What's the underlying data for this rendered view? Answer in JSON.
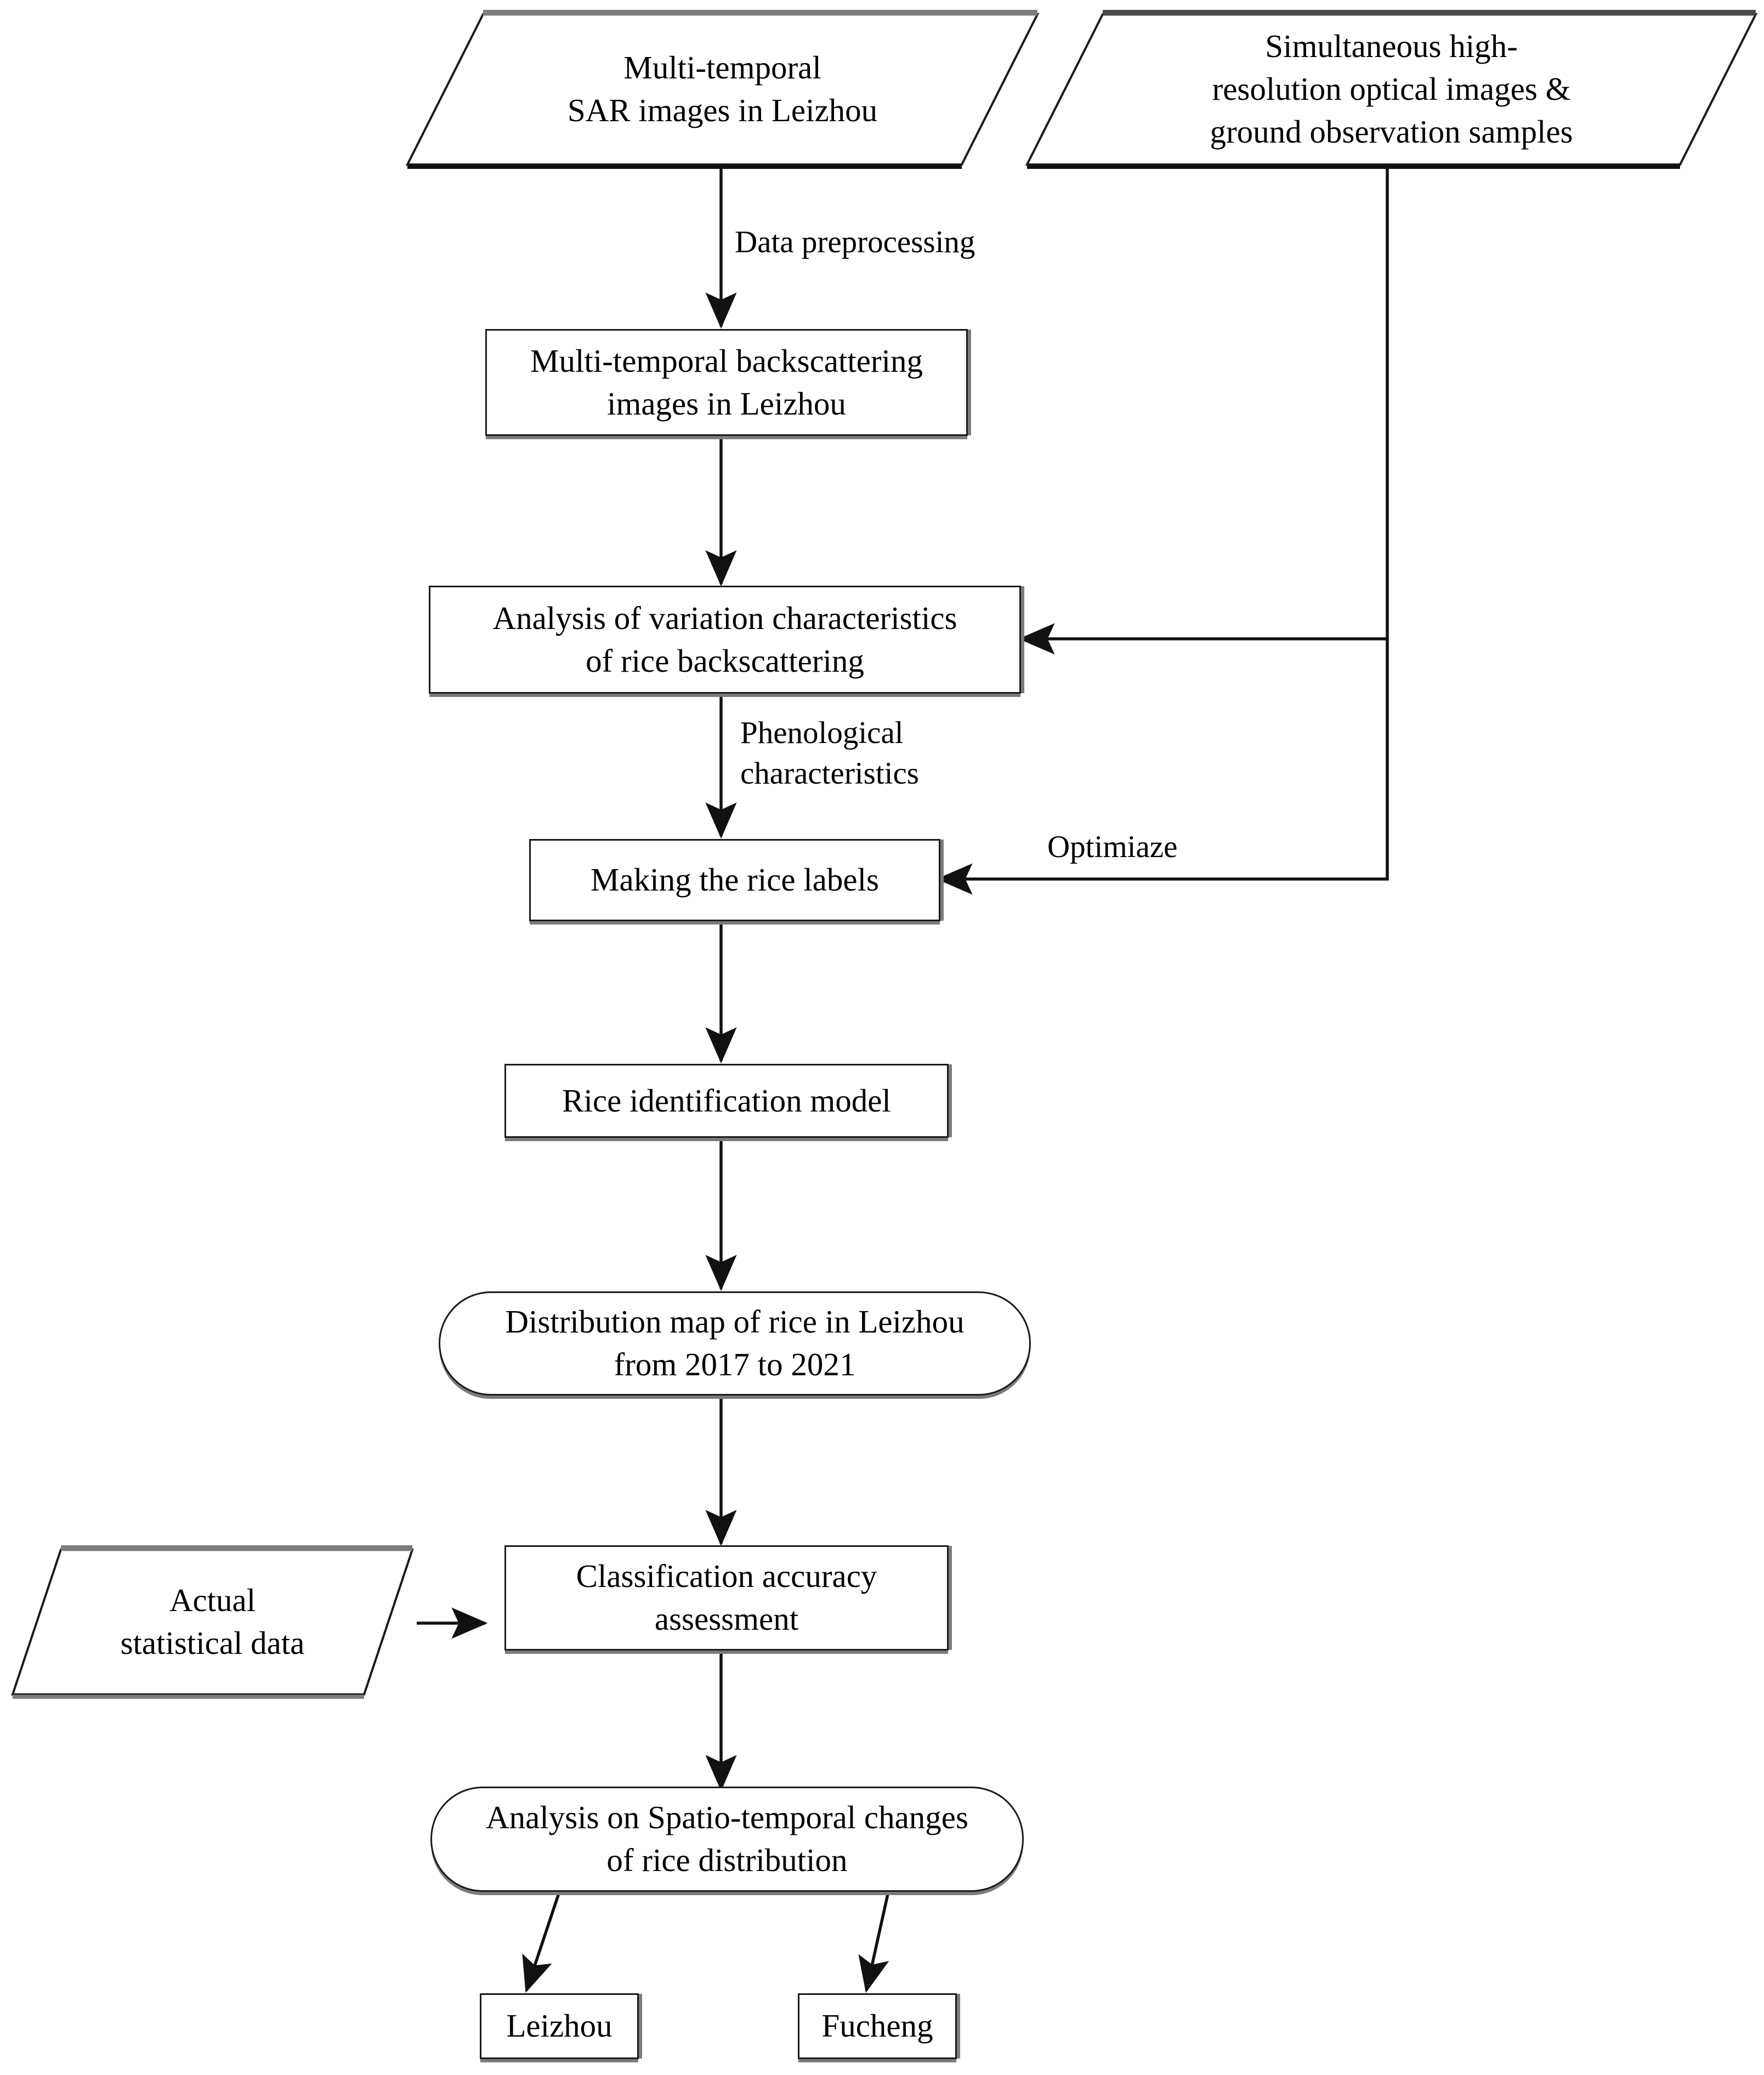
{
  "diagram": {
    "title": "Rice mapping workflow from multi-temporal SAR imagery",
    "type": "flowchart",
    "orientation": "top-to-bottom",
    "colors": {
      "stroke": "#1a1a1a",
      "fill": "#ffffff",
      "shadow": "#7c7c7c",
      "text": "#000000"
    }
  },
  "nodes": {
    "sar_images": {
      "label": "Multi-temporal\nSAR images in Leizhou",
      "shape": "parallelogram"
    },
    "optical_samples": {
      "label": "Simultaneous high-\nresolution optical images &\nground observation samples",
      "shape": "parallelogram"
    },
    "backscattering_images": {
      "label": "Multi-temporal backscattering\nimages in Leizhou",
      "shape": "rectangle"
    },
    "variation_analysis": {
      "label": "Analysis of variation characteristics\nof rice backscattering",
      "shape": "rectangle"
    },
    "rice_labels": {
      "label": "Making the rice labels",
      "shape": "rectangle"
    },
    "identification_model": {
      "label": "Rice identification model",
      "shape": "rectangle"
    },
    "distribution_map": {
      "label": "Distribution map of rice in Leizhou\nfrom 2017 to 2021",
      "shape": "rounded"
    },
    "actual_statistics": {
      "label": "Actual\nstatistical data",
      "shape": "parallelogram"
    },
    "accuracy_assessment": {
      "label": "Classification accuracy\nassessment",
      "shape": "rectangle"
    },
    "spatio_temporal_analysis": {
      "label": "Analysis on Spatio-temporal changes\nof rice distribution",
      "shape": "rounded"
    },
    "leizhou": {
      "label": "Leizhou",
      "shape": "rectangle"
    },
    "fucheng": {
      "label": "Fucheng",
      "shape": "rectangle"
    }
  },
  "edge_labels": {
    "data_preprocessing": "Data preprocessing",
    "phenological_characteristics": "Phenological\ncharacteristics",
    "optimiaze": "Optimiaze"
  },
  "edges": [
    {
      "from": "sar_images",
      "to": "backscattering_images",
      "label": "Data preprocessing"
    },
    {
      "from": "backscattering_images",
      "to": "variation_analysis",
      "label": ""
    },
    {
      "from": "optical_samples",
      "to": "variation_analysis",
      "label": ""
    },
    {
      "from": "variation_analysis",
      "to": "rice_labels",
      "label": "Phenological characteristics"
    },
    {
      "from": "optical_samples",
      "to": "rice_labels",
      "label": "Optimiaze"
    },
    {
      "from": "rice_labels",
      "to": "identification_model",
      "label": ""
    },
    {
      "from": "identification_model",
      "to": "distribution_map",
      "label": ""
    },
    {
      "from": "distribution_map",
      "to": "accuracy_assessment",
      "label": ""
    },
    {
      "from": "actual_statistics",
      "to": "accuracy_assessment",
      "label": ""
    },
    {
      "from": "accuracy_assessment",
      "to": "spatio_temporal_analysis",
      "label": ""
    },
    {
      "from": "spatio_temporal_analysis",
      "to": "leizhou",
      "label": ""
    },
    {
      "from": "spatio_temporal_analysis",
      "to": "fucheng",
      "label": ""
    }
  ]
}
